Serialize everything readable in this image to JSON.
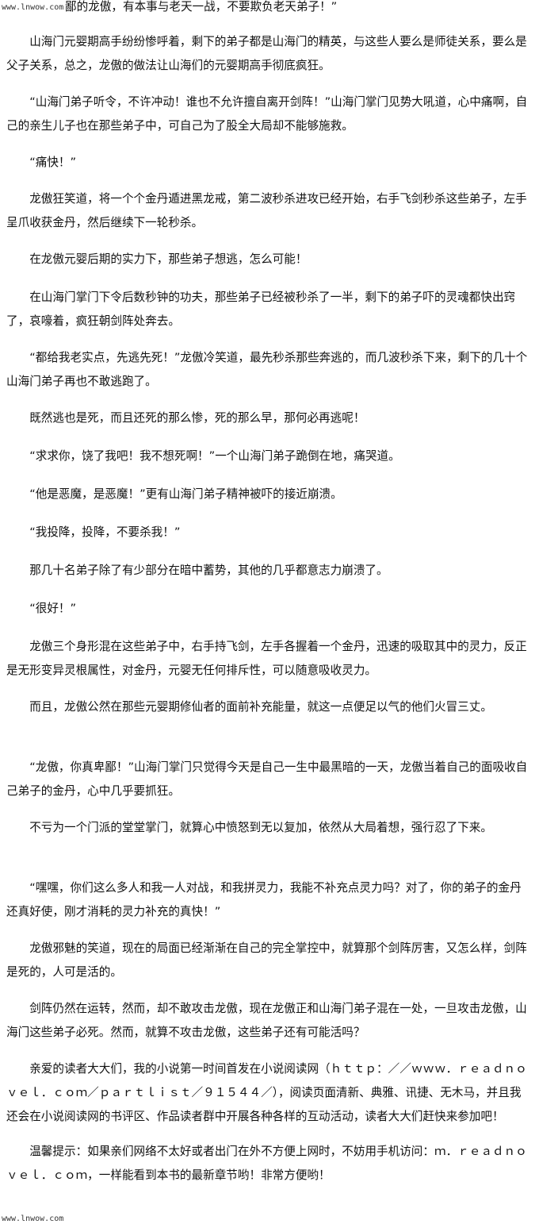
{
  "watermark": {
    "top": "www.lnwow.com",
    "bottom": "www.lnwow.com"
  },
  "top_fragment": "鄙的龙傲，有本事与老天一战，不要欺负老天弟子！”",
  "paragraphs": [
    "　　山海门元婴期高手纷纷惨呼着，剩下的弟子都是山海门的精英，与这些人要么是师徒关系，要么是父子关系，总之，龙傲的做法让山海们的元婴期高手彻底疯狂。",
    "　　“山海门弟子听令，不许冲动！谁也不允许擅自离开剑阵！”山海门掌门见势大吼道，心中痛啊，自己的亲生儿子也在那些弟子中，可自己为了股全大局却不能够施救。",
    "　　“痛快！”",
    "　　龙傲狂笑道，将一个个金丹遁进黑龙戒，第二波秒杀进攻已经开始，右手飞剑秒杀这些弟子，左手呈爪收获金丹，然后继续下一轮秒杀。",
    "　　在龙傲元婴后期的实力下，那些弟子想逃，怎么可能！",
    "　　在山海门掌门下令后数秒钟的功夫，那些弟子已经被秒杀了一半，剩下的弟子吓的灵魂都快出窍了，哀嚎着，疯狂朝剑阵处奔去。",
    "　　“都给我老实点，先逃先死！”龙傲冷笑道，最先秒杀那些奔逃的，而几波秒杀下来，剩下的几十个山海门弟子再也不敢逃跑了。",
    "　　既然逃也是死，而且还死的那么惨，死的那么早，那何必再逃呢！",
    "　　“求求你，饶了我吧！我不想死啊！”一个山海门弟子跪倒在地，痛哭道。",
    "　　“他是恶魔，是恶魔！”更有山海门弟子精神被吓的接近崩溃。",
    "　　“我投降，投降，不要杀我！”",
    "　　那几十名弟子除了有少部分在暗中蓄势，其他的几乎都意志力崩溃了。",
    "　　“很好！”",
    "　　龙傲三个身形混在这些弟子中，右手持飞剑，左手各握着一个金丹，迅速的吸取其中的灵力，反正是无形变异灵根属性，对金丹，元婴无任何排斥性，可以随意吸收灵力。",
    "　　而且，龙傲公然在那些元婴期修仙者的面前补充能量，就这一点便足以气的他们火冒三丈。",
    "　　“龙傲，你真卑鄙！”山海门掌门只觉得今天是自己一生中最黑暗的一天，龙傲当着自己的面吸收自己弟子的金丹，心中几乎要抓狂。",
    "　　不亏为一个门派的堂堂掌门，就算心中愤怒到无以复加，依然从大局着想，强行忍了下来。",
    "　　“嘿嘿，你们这么多人和我一人对战，和我拼灵力，我能不补充点灵力吗？对了，你的弟子的金丹还真好使，刚才消耗的灵力补充的真快！”",
    "　　龙傲邪魅的笑道，现在的局面已经渐渐在自己的完全掌控中，就算那个剑阵厉害，又怎么样，剑阵是死的，人可是活的。",
    "　　剑阵仍然在运转，然而，却不敢攻击龙傲，现在龙傲正和山海门弟子混在一处，一旦攻击龙傲，山海门这些弟子必死。然而，就算不攻击龙傲，这些弟子还有可能活吗？",
    "　　亲爱的读者大大们，我的小说第一时间首发在小说阅读网（ｈｔｔｐ：／／ｗｗｗ．ｒｅａｄｎｏｖｅｌ．ｃｏｍ／ｐａｒｔｌｉｓｔ／９１５４４／），阅读页面清新、典雅、讯捷、无木马，并且我还会在小说阅读网的书评区、作品读者群中开展各种各样的互动活动，读者大大们赶快来参加吧！",
    "　　温馨提示：如果亲们网络不太好或者出门在外不方便上网时，不妨用手机访问：ｍ．ｒｅａｄｎｏｖｅｌ．ｃｏｍ，一样能看到本书的最新章节哟！非常方便哟！"
  ]
}
